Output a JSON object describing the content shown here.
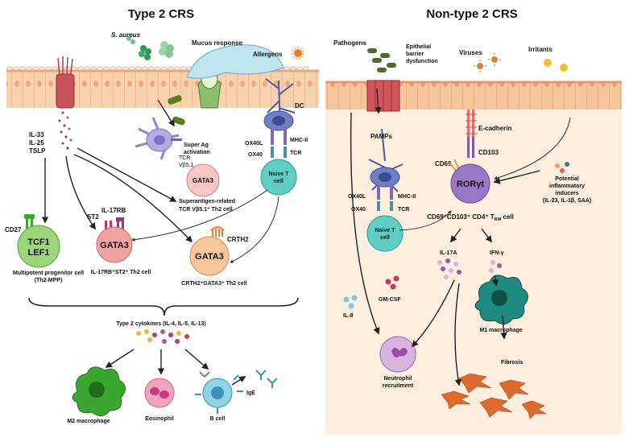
{
  "left_panel": {
    "title": "Type 2 CRS",
    "labels": {
      "s_aureus": "S. aureus",
      "mucus_response": "Mucus response",
      "allergens": "Allergens",
      "dc": "DC",
      "alarmins": [
        "IL-33",
        "IL-25",
        "TSLP"
      ],
      "super_ag_1": "Super Ag",
      "super_ag_2": "activation",
      "tcr": "TCR",
      "vb51": "Vβ5.1",
      "ox40l": "OX40L",
      "ox40": "OX40",
      "mhc_ii": "MHC-II",
      "tcr2": "TCR",
      "naive_t_1": "Naive T",
      "naive_t_2": "cell",
      "sag_th2_1": "Superantigen-related",
      "sag_th2_2": "TCR Vβ5.1⁺ Th2 cell",
      "cd27": "CD27",
      "tcf1": "TCF1",
      "lef1": "LEF1",
      "mpp_1": "Multipotent progenitor cell",
      "mpp_2": "(Th2-MPP)",
      "st2": "ST2",
      "il17rb": "IL-17RB",
      "gata3": "GATA3",
      "il17rb_th2": "IL-17RB⁺ST2⁺ Th2 cell",
      "crth2": "CRTH2",
      "crth2_th2": "CRTH2⁺GATA3⁺ Th2 cell",
      "type2_cytokines": "Type 2 cytokines (IL-4, IL-5, IL-13)",
      "m2": "M2 macrophage",
      "eosinophil": "Eosinophil",
      "b_cell": "B cell",
      "ige": "IgE"
    }
  },
  "right_panel": {
    "title": "Non-type 2 CRS",
    "labels": {
      "pathogens": "Pathogens",
      "epithelial_1": "Epithelial",
      "epithelial_2": "barrier",
      "epithelial_3": "dysfunction",
      "viruses": "Viruses",
      "irritants": "Irritants",
      "pamps": "PAMPs",
      "e_cadherin": "E-cadherin",
      "cd103": "CD103",
      "cd69": "CD69",
      "roryt": "RORγt",
      "inducers_1": "Potential",
      "inducers_2": "inflammatory",
      "inducers_3": "inducers",
      "inducers_4": "(IL-23, IL-1β, SAA)",
      "ox40l": "OX40L",
      "ox40": "OX40",
      "mhc_ii": "MHC-II",
      "tcr": "TCR",
      "naive_t_1": "Naive T",
      "naive_t_2": "cell",
      "trm": "CD69⁺CD103⁺ CD4⁺ T",
      "trm_sub": "RM",
      "trm_tail": " cell",
      "il17a": "IL-17A",
      "ifng": "IFN-γ",
      "gmcsf": "GM-CSF",
      "il8": "IL-8",
      "m1": "M1 macrophage",
      "fibrosis": "Fibrosis",
      "neutro_1": "Neutrophil",
      "neutro_2": "recruitment"
    }
  },
  "colors": {
    "epithelium": "#f5c9a0",
    "epithelium_stroke": "#d9956a",
    "right_bg": "#fdeedd",
    "gata3_fill": "#f3a2a2",
    "gata3_orange": "#f7b98a",
    "tcf1_green": "#9cd67a",
    "naive_teal": "#5fcfc6",
    "dc_blue": "#6f7fc4",
    "roryt_purple": "#9a77c6",
    "m1_teal": "#17726a",
    "m2_green": "#3aa62f",
    "eosinophil_pink": "#f2a3c0",
    "bcell_blue": "#8fd3e8",
    "fibro_orange": "#e06a2d",
    "goblet_red": "#d2555c"
  },
  "icons": [
    "bacteria-icon",
    "virus-icon",
    "irritant-icon",
    "allergen-icon",
    "receptor-icon",
    "antibody-icon"
  ]
}
